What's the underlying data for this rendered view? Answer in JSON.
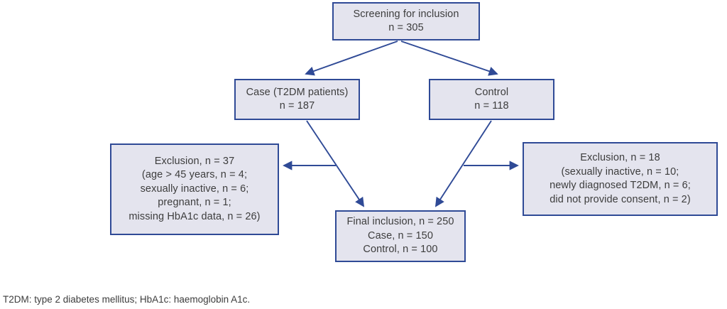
{
  "diagram": {
    "nodes": {
      "screening": {
        "lines": [
          "Screening for inclusion",
          "n = 305"
        ]
      },
      "case": {
        "lines": [
          "Case (T2DM patients)",
          "n = 187"
        ]
      },
      "control": {
        "lines": [
          "Control",
          "n = 118"
        ]
      },
      "exclusion_left": {
        "lines": [
          "Exclusion, n = 37",
          "(age > 45 years, n = 4;",
          "sexually inactive, n = 6;",
          "pregnant, n = 1;",
          "missing HbA1c data, n = 26)"
        ]
      },
      "exclusion_right": {
        "lines": [
          "Exclusion, n = 18",
          "(sexually inactive, n = 10;",
          "newly diagnosed T2DM, n = 6;",
          "did not provide consent, n = 2)"
        ]
      },
      "final_inclusion": {
        "lines": [
          "Final inclusion, n = 250",
          "Case, n = 150",
          "Control, n = 100"
        ]
      }
    },
    "caption": "T2DM: type 2 diabetes mellitus; HbA1c: haemoglobin A1c.",
    "colors": {
      "box_border": "#2f4a96",
      "box_fill": "#e4e4ee",
      "arrow": "#2f4a96",
      "text": "#3d3d3d",
      "background": "#ffffff"
    }
  },
  "chart_data": {
    "type": "diagram",
    "title": "Study participant flow diagram",
    "nodes": [
      {
        "id": "screening",
        "label": "Screening for inclusion",
        "n": 305
      },
      {
        "id": "case",
        "label": "Case (T2DM patients)",
        "n": 187
      },
      {
        "id": "control",
        "label": "Control",
        "n": 118
      },
      {
        "id": "exclusion_left",
        "label": "Exclusion",
        "n": 37,
        "reasons": [
          {
            "reason": "age > 45 years",
            "n": 4
          },
          {
            "reason": "sexually inactive",
            "n": 6
          },
          {
            "reason": "pregnant",
            "n": 1
          },
          {
            "reason": "missing HbA1c data",
            "n": 26
          }
        ]
      },
      {
        "id": "exclusion_right",
        "label": "Exclusion",
        "n": 18,
        "reasons": [
          {
            "reason": "sexually inactive",
            "n": 10
          },
          {
            "reason": "newly diagnosed T2DM",
            "n": 6
          },
          {
            "reason": "did not provide consent",
            "n": 2
          }
        ]
      },
      {
        "id": "final_inclusion",
        "label": "Final inclusion",
        "n": 250,
        "breakdown": [
          {
            "group": "Case",
            "n": 150
          },
          {
            "group": "Control",
            "n": 100
          }
        ]
      }
    ],
    "edges": [
      {
        "from": "screening",
        "to": "case"
      },
      {
        "from": "screening",
        "to": "control"
      },
      {
        "from": "case",
        "to": "final_inclusion"
      },
      {
        "from": "control",
        "to": "final_inclusion"
      },
      {
        "from": "case",
        "to": "exclusion_left"
      },
      {
        "from": "control",
        "to": "exclusion_right"
      }
    ]
  }
}
